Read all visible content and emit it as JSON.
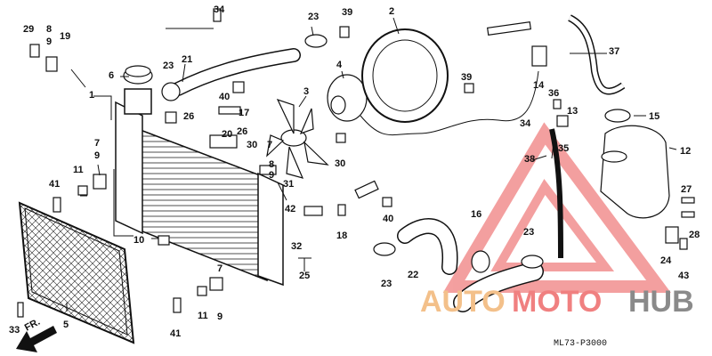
{
  "diagram_code": "ML73-P3000",
  "watermark": {
    "brand_a": "AUTO",
    "brand_b": "MOTO",
    "brand_c": "HUB",
    "color_a": "#f3c08a",
    "color_b": "#f08080",
    "color_c": "#8a8a8a"
  },
  "front_marker": "FR.",
  "callouts": [
    {
      "id": "c1",
      "text": "1"
    },
    {
      "id": "c2",
      "text": "2"
    },
    {
      "id": "c3",
      "text": "3"
    },
    {
      "id": "c4",
      "text": "4"
    },
    {
      "id": "c5",
      "text": "5"
    },
    {
      "id": "c6",
      "text": "6"
    },
    {
      "id": "c7a",
      "text": "7"
    },
    {
      "id": "c7b",
      "text": "7"
    },
    {
      "id": "c7c",
      "text": "7"
    },
    {
      "id": "c8a",
      "text": "8"
    },
    {
      "id": "c8b",
      "text": "8"
    },
    {
      "id": "c9a",
      "text": "9"
    },
    {
      "id": "c9b",
      "text": "9"
    },
    {
      "id": "c9c",
      "text": "9"
    },
    {
      "id": "c9d",
      "text": "9"
    },
    {
      "id": "c10",
      "text": "10"
    },
    {
      "id": "c11a",
      "text": "11"
    },
    {
      "id": "c11b",
      "text": "11"
    },
    {
      "id": "c12",
      "text": "12"
    },
    {
      "id": "c13",
      "text": "13"
    },
    {
      "id": "c14",
      "text": "14"
    },
    {
      "id": "c15",
      "text": "15"
    },
    {
      "id": "c16",
      "text": "16"
    },
    {
      "id": "c17",
      "text": "17"
    },
    {
      "id": "c18",
      "text": "18"
    },
    {
      "id": "c19",
      "text": "19"
    },
    {
      "id": "c20",
      "text": "20"
    },
    {
      "id": "c21",
      "text": "21"
    },
    {
      "id": "c22",
      "text": "22"
    },
    {
      "id": "c23a",
      "text": "23"
    },
    {
      "id": "c23b",
      "text": "23"
    },
    {
      "id": "c23c",
      "text": "23"
    },
    {
      "id": "c23d",
      "text": "23"
    },
    {
      "id": "c24",
      "text": "24"
    },
    {
      "id": "c25",
      "text": "25"
    },
    {
      "id": "c26a",
      "text": "26"
    },
    {
      "id": "c26b",
      "text": "26"
    },
    {
      "id": "c27",
      "text": "27"
    },
    {
      "id": "c28",
      "text": "28"
    },
    {
      "id": "c29",
      "text": "29"
    },
    {
      "id": "c30a",
      "text": "30"
    },
    {
      "id": "c30b",
      "text": "30"
    },
    {
      "id": "c31",
      "text": "31"
    },
    {
      "id": "c32",
      "text": "32"
    },
    {
      "id": "c33",
      "text": "33"
    },
    {
      "id": "c34a",
      "text": "34"
    },
    {
      "id": "c34b",
      "text": "34"
    },
    {
      "id": "c35",
      "text": "35"
    },
    {
      "id": "c36",
      "text": "36"
    },
    {
      "id": "c37",
      "text": "37"
    },
    {
      "id": "c38",
      "text": "38"
    },
    {
      "id": "c39a",
      "text": "39"
    },
    {
      "id": "c39b",
      "text": "39"
    },
    {
      "id": "c40a",
      "text": "40"
    },
    {
      "id": "c40b",
      "text": "40"
    },
    {
      "id": "c41a",
      "text": "41"
    },
    {
      "id": "c41b",
      "text": "41"
    },
    {
      "id": "c42",
      "text": "42"
    },
    {
      "id": "c43",
      "text": "43"
    }
  ]
}
